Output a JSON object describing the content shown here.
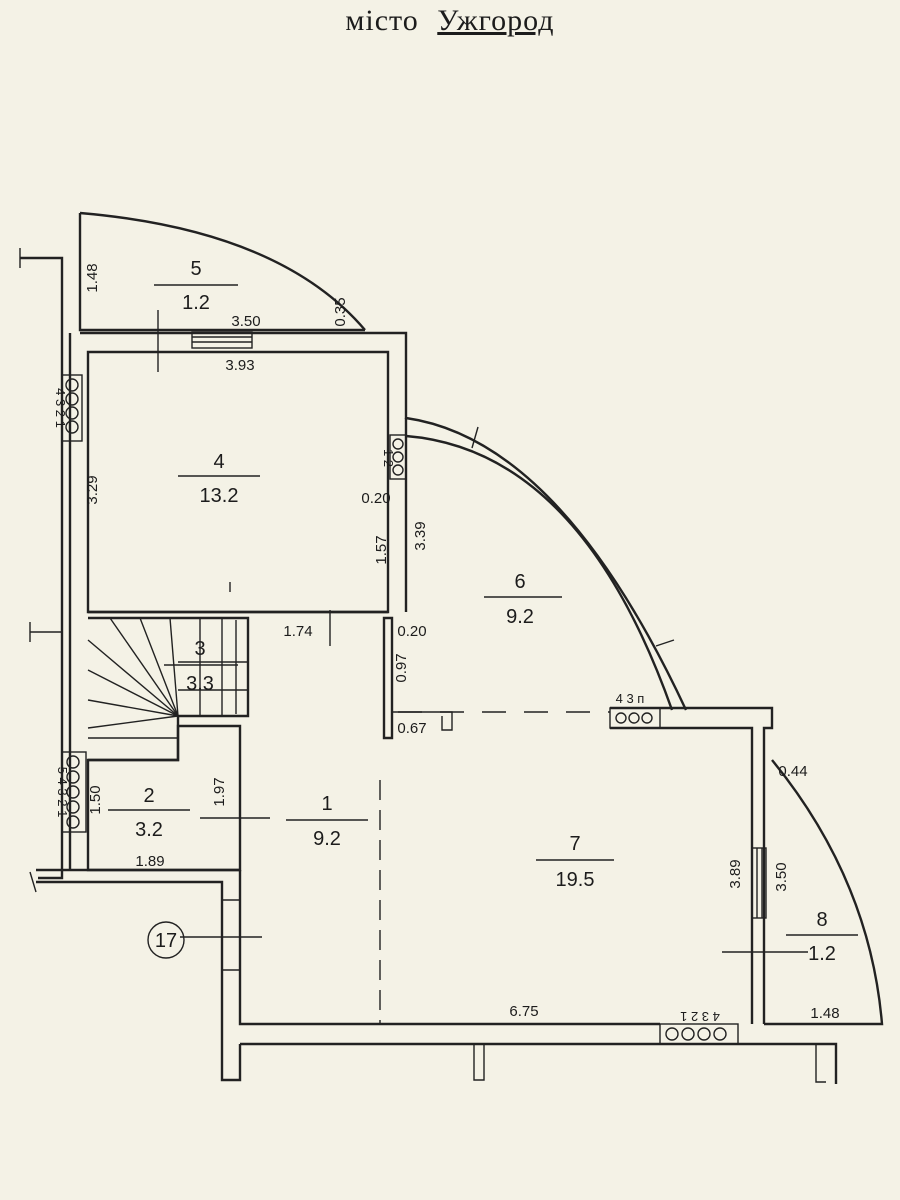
{
  "header": {
    "prefix": "місто",
    "city": "Ужгород"
  },
  "rooms": [
    {
      "number": "1",
      "area": "9.2"
    },
    {
      "number": "2",
      "area": "3.2"
    },
    {
      "number": "3",
      "area": "3.3"
    },
    {
      "number": "4",
      "area": "13.2"
    },
    {
      "number": "5",
      "area": "1.2"
    },
    {
      "number": "6",
      "area": "9.2"
    },
    {
      "number": "7",
      "area": "19.5"
    },
    {
      "number": "8",
      "area": "1.2"
    }
  ],
  "dimensions": {
    "d_1_48_top": "1.48",
    "d_0_35": "0.35",
    "d_3_50_top": "3.50",
    "d_3_93": "3.93",
    "d_3_29": "3.29",
    "d_0_20_a": "0.20",
    "d_3_39": "3.39",
    "d_1_57": "1.57",
    "d_1_74": "1.74",
    "d_0_20_b": "0.20",
    "d_0_97": "0.97",
    "d_0_67": "0.67",
    "d_1_97": "1.97",
    "d_1_50": "1.50",
    "d_1_89": "1.89",
    "d_0_44": "0.44",
    "d_3_89": "3.89",
    "d_3_50_right": "3.50",
    "d_1_48_bottom": "1.48",
    "d_6_75": "6.75"
  },
  "markers": {
    "circle_label": "17",
    "vent_top_label": "4 3 п",
    "vent_bottom_label": "4 3 2 1",
    "vent_left_top_label": "4 3 2 1",
    "vent_mid_label": "1 2",
    "vent_left_bottom_label": "5 4 3 2 1"
  }
}
